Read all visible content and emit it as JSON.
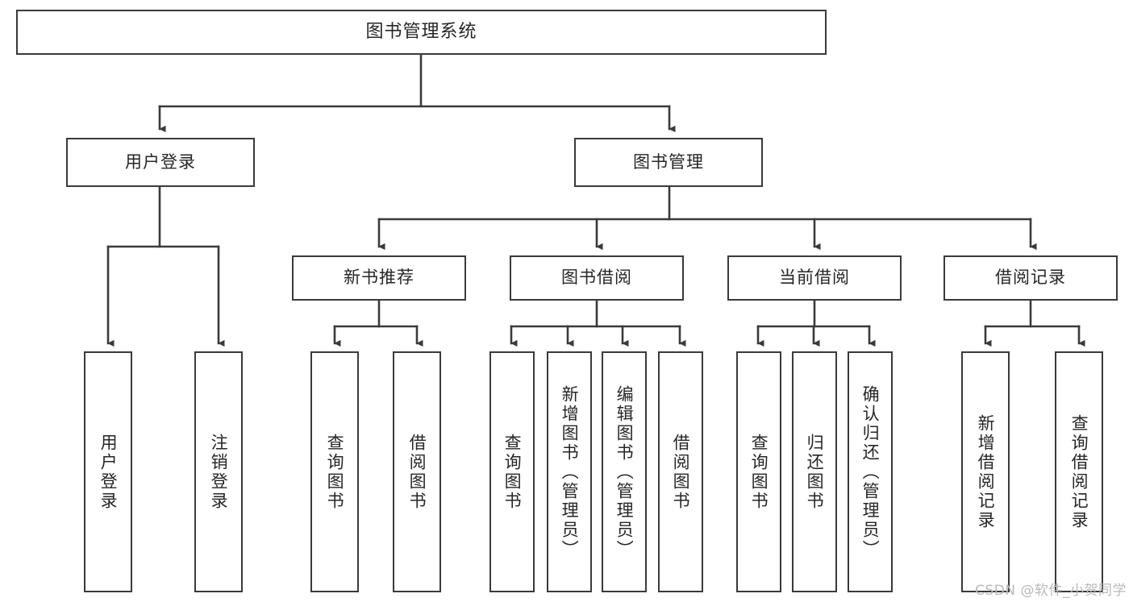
{
  "diagram": {
    "title": "图书管理系统",
    "type": "tree-hierarchy",
    "root": {
      "id": "root",
      "label": "图书管理系统"
    },
    "level2": [
      {
        "id": "user-login",
        "label": "用户登录"
      },
      {
        "id": "book-manage",
        "label": "图书管理"
      }
    ],
    "level3": [
      {
        "id": "new-book-recommend",
        "label": "新书推荐",
        "parent": "book-manage"
      },
      {
        "id": "book-borrow",
        "label": "图书借阅",
        "parent": "book-manage"
      },
      {
        "id": "current-borrow",
        "label": "当前借阅",
        "parent": "book-manage"
      },
      {
        "id": "borrow-record",
        "label": "借阅记录",
        "parent": "book-manage"
      }
    ],
    "leaves": [
      {
        "id": "leaf-user-login",
        "label": "用户登录",
        "parent": "user-login"
      },
      {
        "id": "leaf-user-logout",
        "label": "注销登录",
        "parent": "user-login"
      },
      {
        "id": "leaf-query-book-1",
        "label": "查询图书",
        "parent": "new-book-recommend"
      },
      {
        "id": "leaf-borrow-book-1",
        "label": "借阅图书",
        "parent": "new-book-recommend"
      },
      {
        "id": "leaf-query-book-2",
        "label": "查询图书",
        "parent": "book-borrow"
      },
      {
        "id": "leaf-add-book",
        "label": "新增图书（管理员）",
        "parent": "book-borrow"
      },
      {
        "id": "leaf-edit-book",
        "label": "编辑图书（管理员）",
        "parent": "book-borrow"
      },
      {
        "id": "leaf-borrow-book-2",
        "label": "借阅图书",
        "parent": "book-borrow"
      },
      {
        "id": "leaf-query-book-3",
        "label": "查询图书",
        "parent": "current-borrow"
      },
      {
        "id": "leaf-return-book",
        "label": "归还图书",
        "parent": "current-borrow"
      },
      {
        "id": "leaf-confirm-return",
        "label": "确认归还（管理员）",
        "parent": "current-borrow"
      },
      {
        "id": "leaf-add-record",
        "label": "新增借阅记录",
        "parent": "borrow-record"
      },
      {
        "id": "leaf-query-record",
        "label": "查询借阅记录",
        "parent": "borrow-record"
      }
    ]
  },
  "watermark": {
    "text": "CSDN @软件_小贺同学"
  },
  "colors": {
    "stroke": "#3a3a3a",
    "background": "#ffffff",
    "text": "#262626",
    "watermark": "#b9b9b9"
  }
}
